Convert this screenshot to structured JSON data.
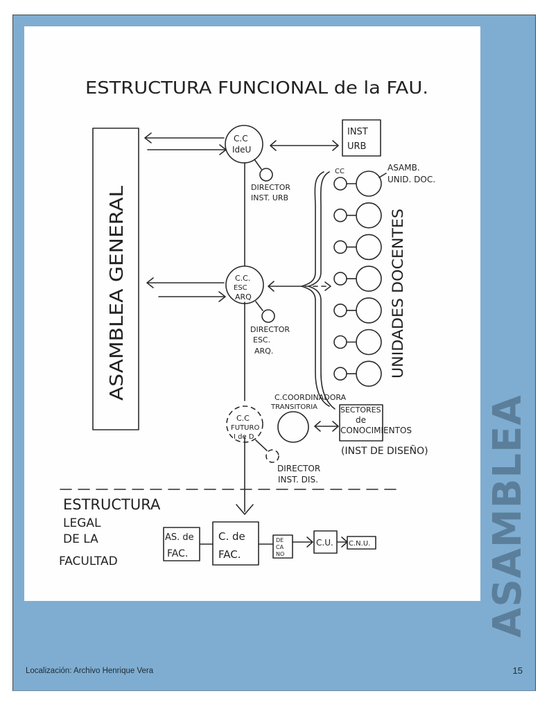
{
  "page": {
    "side_title": "ASAMBLEA",
    "caption": "Localización: Archivo Henrique Vera",
    "page_number": "15",
    "colors": {
      "panel": "#7fadd1",
      "side_title": "#5b7f9b",
      "paper": "#fefefe",
      "ink": "#2a2a2a"
    }
  },
  "diagram": {
    "title": "ESTRUCTURA FUNCIONAL de la FAU.",
    "asamblea_general": "ASAMBLEA GENERAL",
    "cc_ideu": {
      "line1": "C.C",
      "line2": "IdeU"
    },
    "inst_urb": {
      "line1": "INST",
      "line2": "URB"
    },
    "director_inst_urb": {
      "line1": "DIRECTOR",
      "line2": "INST. URB"
    },
    "cc_esc_arq": {
      "line1": "C.C.",
      "line2": "ESC",
      "line3": "ARQ"
    },
    "director_esc_arq": {
      "line1": "DIRECTOR",
      "line2": "ESC.",
      "line3": "ARQ."
    },
    "cc_label": "CC",
    "asamb_unid_doc": {
      "line1": "ASAMB.",
      "line2": "UNID. DOC."
    },
    "unidades_docentes": "UNIDADES DOCENTES",
    "unit_count": 7,
    "cc_futuro": {
      "line1": "C.C",
      "line2": "FUTURO",
      "line3": "I de D"
    },
    "coordinadora": {
      "line1": "C.COORDINADORA",
      "line2": "TRANSITORIA"
    },
    "sectores": {
      "line1": "SECTORES",
      "line2": "de",
      "line3": "CONOCIMIENTOS"
    },
    "inst_diseno": "(INST DE DISEÑO)",
    "director_inst_dis": {
      "line1": "DIRECTOR",
      "line2": "INST. DIS."
    },
    "estructura_legal": {
      "line1": "ESTRUCTURA",
      "line2": "LEGAL",
      "line3": "DE LA",
      "line4": "FACULTAD"
    },
    "as_fac": {
      "line1": "AS. de",
      "line2": "FAC."
    },
    "c_fac": {
      "line1": "C. de",
      "line2": "FAC."
    },
    "decano": {
      "line1": "DE",
      "line2": "CA",
      "line3": "NO"
    },
    "cu": "C.U.",
    "cnu": "C.N.U."
  }
}
